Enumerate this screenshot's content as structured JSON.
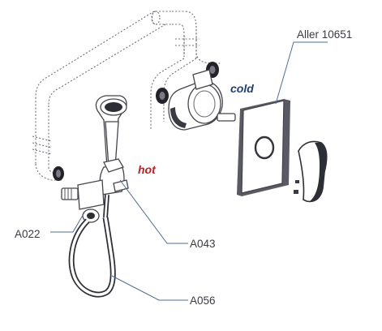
{
  "labels": {
    "model": "Aller 10651",
    "cold": "cold",
    "hot": "hot",
    "part_a022": "A022",
    "part_a043": "A043",
    "part_a056": "A056"
  },
  "colors": {
    "cold": "#1e3f7a",
    "hot": "#c21c1c",
    "leader": "#4e6c94",
    "line": "#44444c"
  }
}
